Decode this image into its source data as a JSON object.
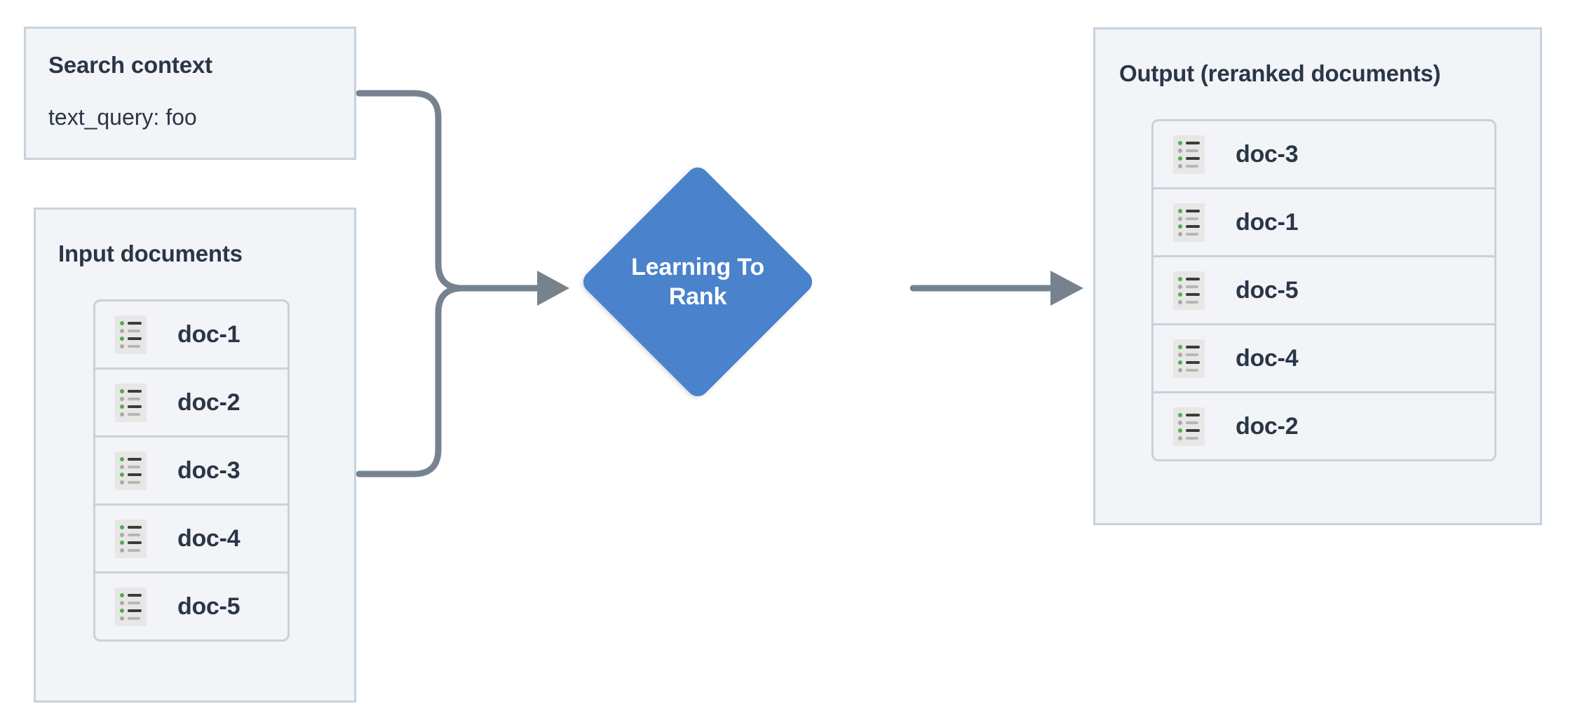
{
  "colors": {
    "panel_bg": "#f2f4f7",
    "panel_border": "#c7d2dd",
    "text": "#2b3647",
    "node_blue": "#4a82cc",
    "connector": "#76838f",
    "icon_bg": "#e7e7e6",
    "icon_dot_green": "#4caf50",
    "icon_dot_grey": "#a8a8a8"
  },
  "search_context": {
    "title": "Search context",
    "query_line": "text_query: foo"
  },
  "input_documents": {
    "title": "Input documents",
    "docs": [
      {
        "label": "doc-1",
        "icon": "document-list-icon"
      },
      {
        "label": "doc-2",
        "icon": "document-list-icon"
      },
      {
        "label": "doc-3",
        "icon": "document-list-icon"
      },
      {
        "label": "doc-4",
        "icon": "document-list-icon"
      },
      {
        "label": "doc-5",
        "icon": "document-list-icon"
      }
    ]
  },
  "process_node": {
    "label_line1": "Learning To",
    "label_line2": "Rank",
    "shape": "diamond"
  },
  "output": {
    "title": "Output (reranked documents)",
    "docs": [
      {
        "label": "doc-3",
        "icon": "document-list-icon"
      },
      {
        "label": "doc-1",
        "icon": "document-list-icon"
      },
      {
        "label": "doc-5",
        "icon": "document-list-icon"
      },
      {
        "label": "doc-4",
        "icon": "document-list-icon"
      },
      {
        "label": "doc-2",
        "icon": "document-list-icon"
      }
    ]
  },
  "connectors": [
    {
      "name": "search-context-to-ltr",
      "from": "search_context",
      "to": "process_node"
    },
    {
      "name": "input-documents-to-ltr",
      "from": "input_documents",
      "to": "process_node"
    },
    {
      "name": "ltr-to-output",
      "from": "process_node",
      "to": "output"
    }
  ]
}
